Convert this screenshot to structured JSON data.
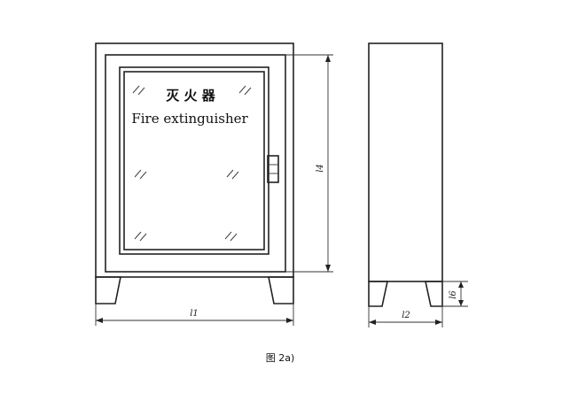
{
  "door": {
    "label_cn": "灭 火 器",
    "label_en": "Fire extinguisher"
  },
  "dimensions": {
    "width_front": "l1",
    "width_side": "l2",
    "height": "l4",
    "leg_height": "l6"
  },
  "caption": "图 2a)"
}
